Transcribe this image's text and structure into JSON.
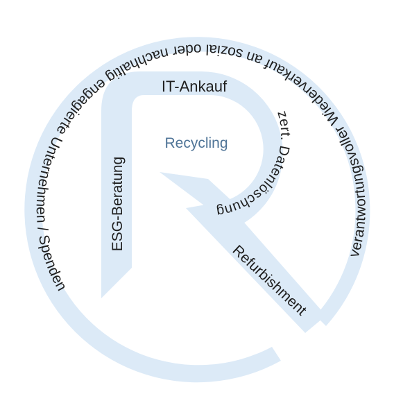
{
  "diagram": {
    "ring_text": "verantwortungsvoller Wiederverkauf an sozial oder nachhaltig engagierte Unternehmen / Spenden",
    "center_label": "Recycling",
    "labels": {
      "it_ankauf": "IT-Ankauf",
      "esg_beratung": "ESG-Beratung",
      "datenloeschung_1": "zert. Datenlöschung",
      "refurbishment": "Refurbishment"
    },
    "colors": {
      "band": "#dceaf7",
      "text": "#1f1f1f",
      "center_text": "#4f7497"
    }
  }
}
